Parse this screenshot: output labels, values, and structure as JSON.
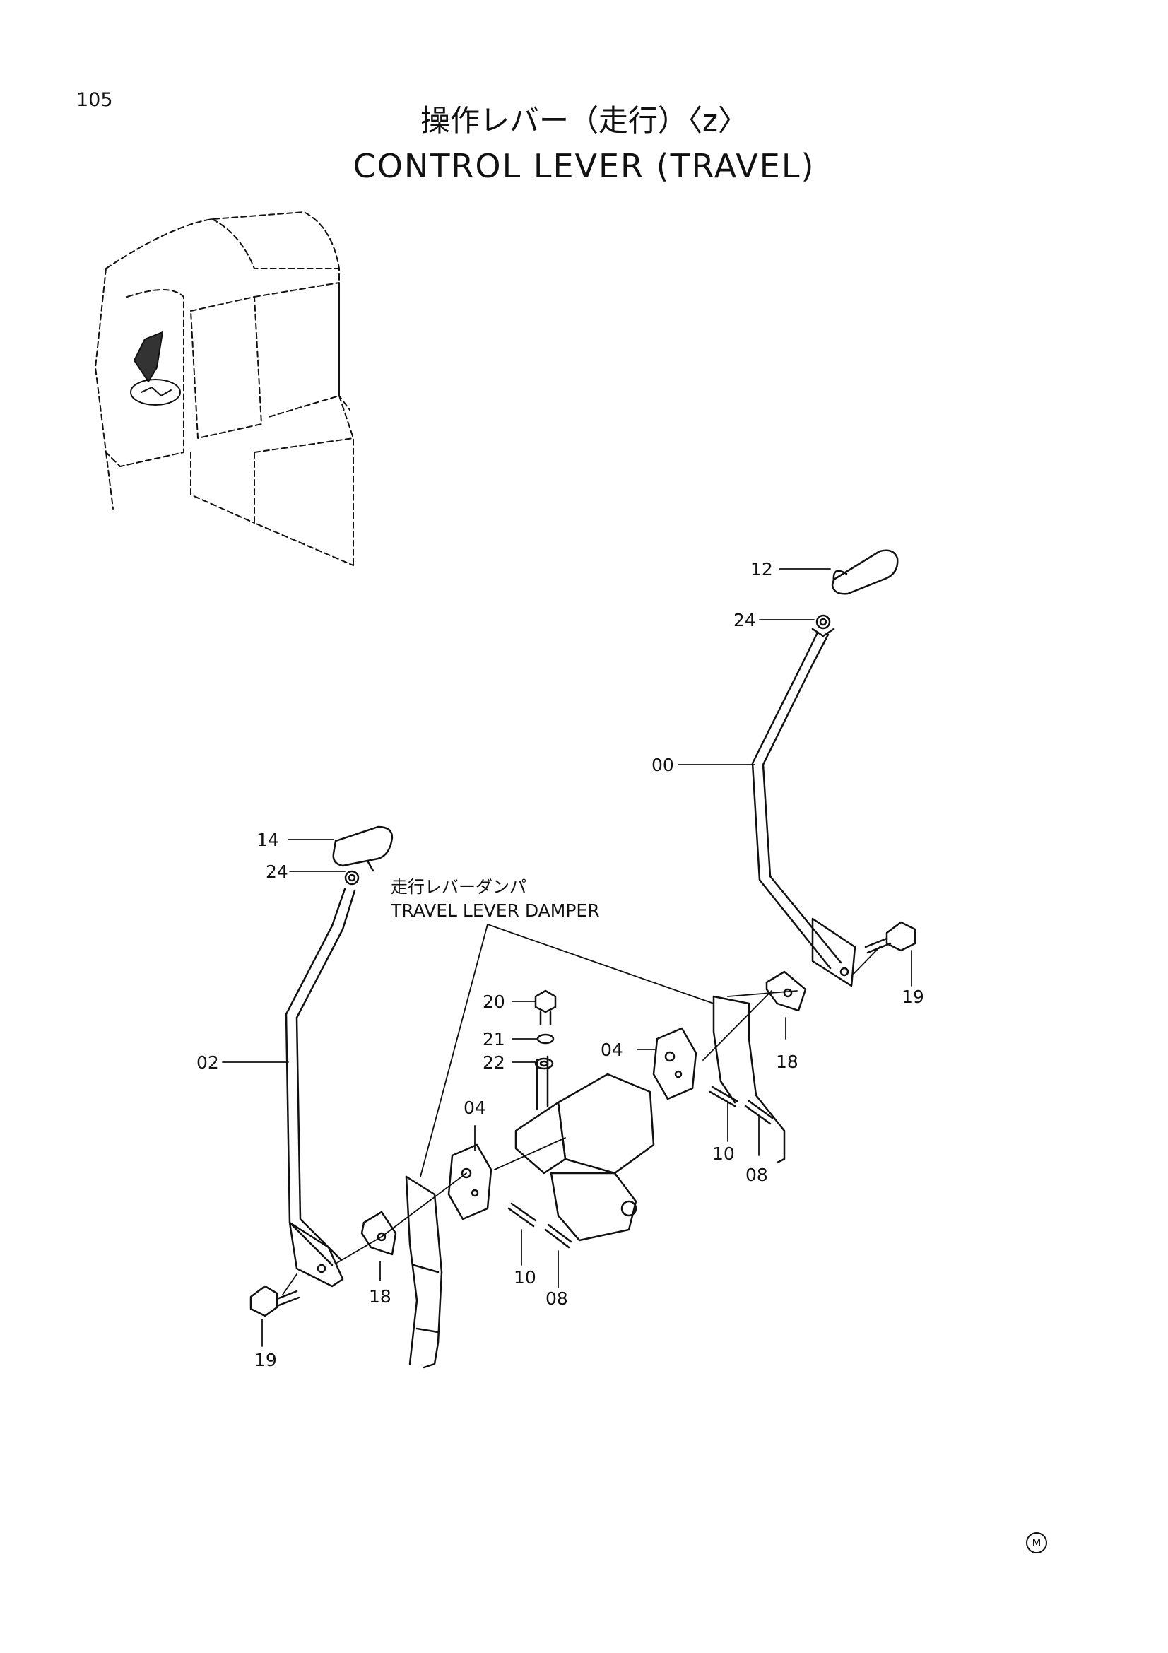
{
  "page": {
    "number": "105",
    "title_jp": "操作レバー（走行）〈z〉",
    "title_en": "CONTROL LEVER (TRAVEL)",
    "footer_mark": "M"
  },
  "callouts": {
    "c12": "12",
    "c24_right": "24",
    "c00": "00",
    "c19_right": "19",
    "c18_right": "18",
    "c04_right": "04",
    "c10_right": "10",
    "c08_right": "08",
    "c20": "20",
    "c21": "21",
    "c22": "22",
    "c04_left": "04",
    "c14": "14",
    "c24_left": "24",
    "c02": "02",
    "c18_left": "18",
    "c10_left": "10",
    "c08_left": "08",
    "c19_left": "19"
  },
  "annotation": {
    "damper_jp": "走行レバーダンパ",
    "damper_en": "TRAVEL LEVER DAMPER"
  }
}
